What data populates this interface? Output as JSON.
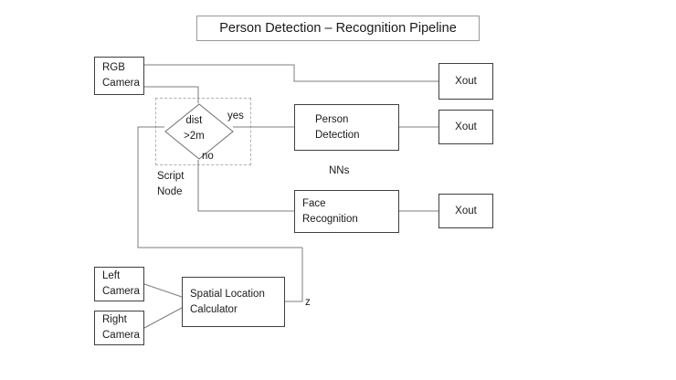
{
  "diagram": {
    "title": "Person Detection – Recognition Pipeline",
    "nodes": {
      "rgb_camera": {
        "line1": "RGB",
        "line2": "Camera"
      },
      "person_detection": {
        "line1": "Person",
        "line2": "Detection"
      },
      "face_recognition": {
        "line1": "Face",
        "line2": "Recognition"
      },
      "left_camera": {
        "line1": "Left",
        "line2": "Camera"
      },
      "right_camera": {
        "line1": "Right",
        "line2": "Camera"
      },
      "spatial_location_calculator": {
        "line1": "Spatial Location",
        "line2": "Calculator"
      },
      "xout_rgb": {
        "label": "Xout"
      },
      "xout_detection": {
        "label": "Xout"
      },
      "xout_recognition": {
        "label": "Xout"
      }
    },
    "decision": {
      "line1": "dist",
      "line2": ">2m"
    },
    "labels": {
      "yes_branch": "yes",
      "no_branch": "no",
      "script_node_line1": "Script",
      "script_node_line2": "Node",
      "neural_networks": "NNs",
      "depth_output": "z"
    },
    "colors": {
      "background": "#ffffff",
      "node_border": "#3f3f3f",
      "wire": "#7d7d7d",
      "dashed_group_border": "#b0b0b0",
      "text": "#1a1a1a"
    }
  }
}
